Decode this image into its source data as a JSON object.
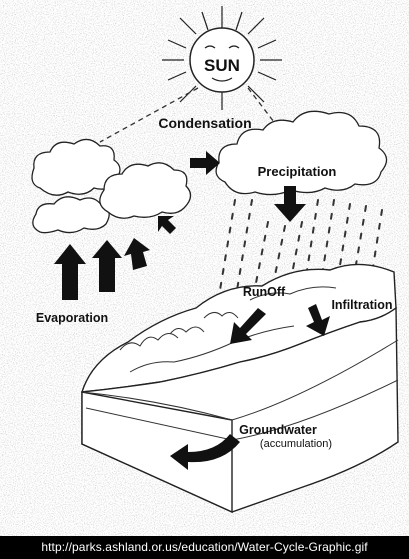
{
  "labels": {
    "sun": "SUN",
    "condensation": "Condensation",
    "precipitation": "Precipitation",
    "evaporation": "Evaporation",
    "runoff": "RunOff",
    "infiltration": "Infiltration",
    "groundwater": "Groundwater",
    "accumulation": "(accumulation)"
  },
  "caption": "http://parks.ashland.or.us/education/Water-Cycle-Graphic.gif",
  "colors": {
    "ink": "#111111",
    "background": "#ffffff",
    "caption_bar": "#000000",
    "caption_text": "#ffffff"
  }
}
